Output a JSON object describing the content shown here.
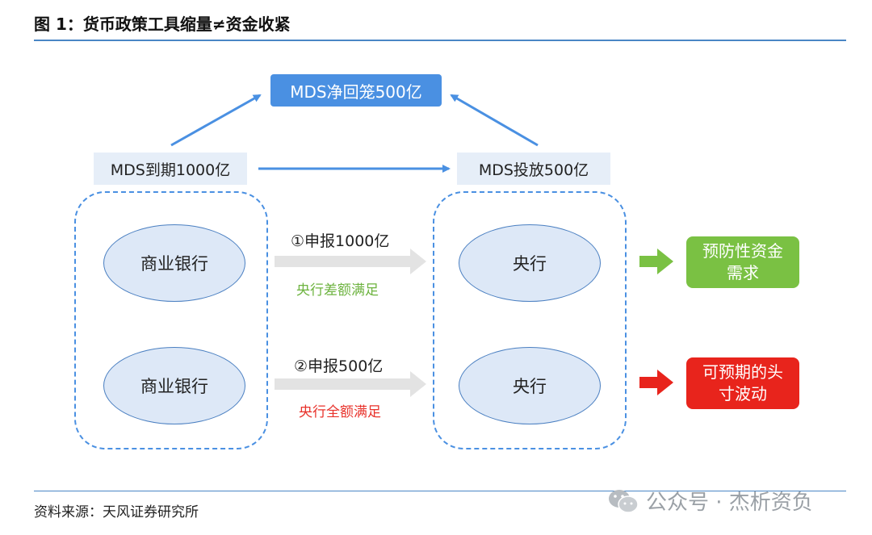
{
  "header": {
    "title": "图 1：货币政策工具缩量≠资金收紧"
  },
  "diagram": {
    "net_withdrawal": "MDS净回笼500亿",
    "mds_due": "MDS到期1000亿",
    "mds_injection": "MDS投放500亿",
    "commercial_bank_1": "商业银行",
    "commercial_bank_2": "商业银行",
    "central_bank_1": "央行",
    "central_bank_2": "央行",
    "step_1": "①申报1000亿",
    "step_1_note": "央行差额满足",
    "step_2": "②申报500亿",
    "step_2_note": "央行全额满足",
    "outcome_1": "预防性资金需求",
    "outcome_2": "可预期的头寸波动"
  },
  "colors": {
    "accent_blue": "#4a90e2",
    "green": "#7ac143",
    "red": "#e8241c",
    "grey_arrow": "#e6e6e6"
  },
  "footer": {
    "source": "资料来源：天风证券研究所",
    "watermark": "公众号 · 杰析资负"
  }
}
